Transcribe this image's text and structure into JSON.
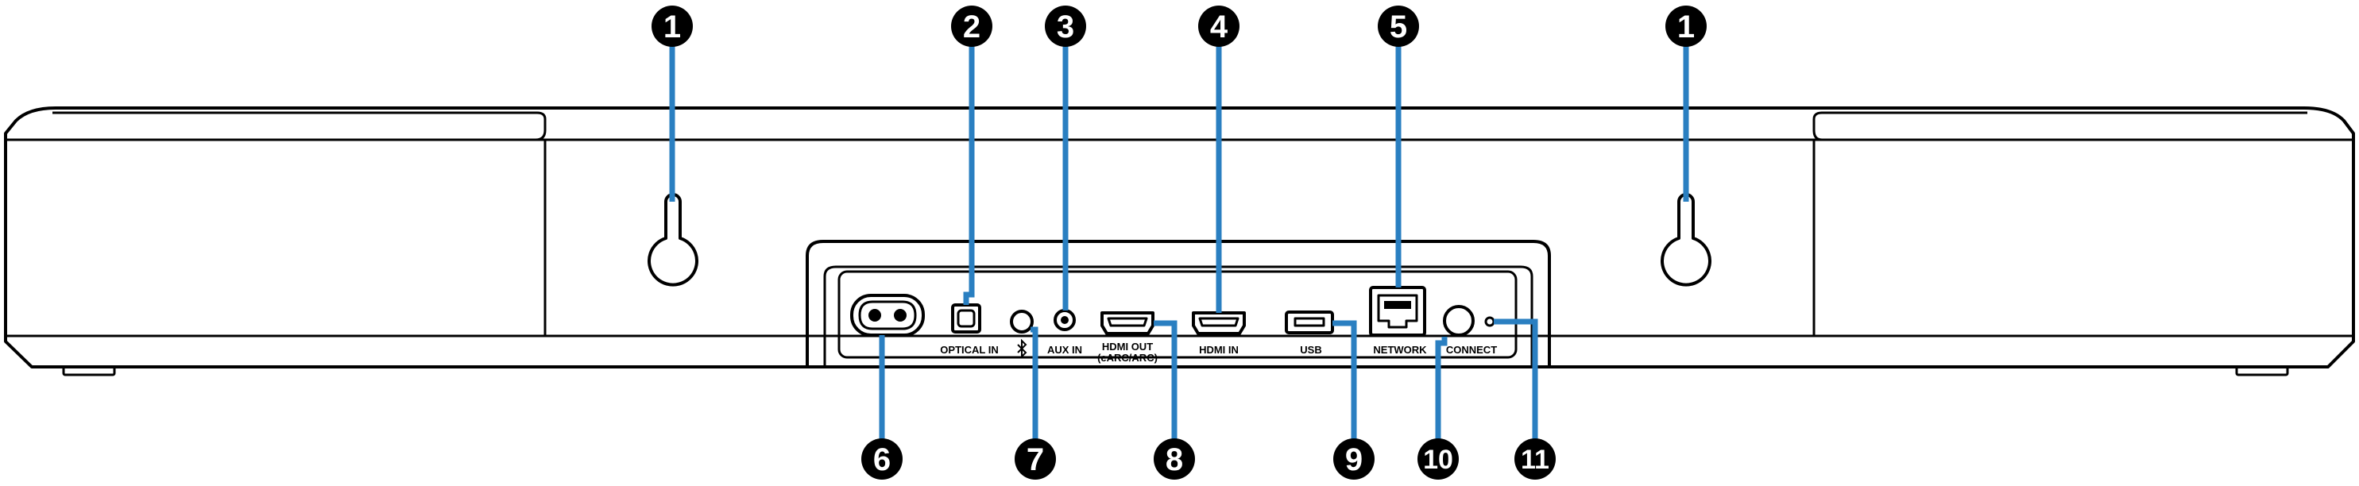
{
  "ports": {
    "optical_in": "OPTICAL IN",
    "aux_in": "AUX IN",
    "hdmi_out": "HDMI OUT",
    "hdmi_out_sub": "(eARC/ARC)",
    "hdmi_in": "HDMI IN",
    "usb": "USB",
    "network": "NETWORK",
    "connect": "CONNECT"
  },
  "callouts": {
    "mount_left": "1",
    "optical_in": "2",
    "aux_in": "3",
    "hdmi_in": "4",
    "network": "5",
    "mount_right": "1",
    "ac_inlet": "6",
    "bluetooth": "7",
    "hdmi_out": "8",
    "usb": "9",
    "connect_button": "10",
    "status_led": "11"
  },
  "icons": {
    "bluetooth": "bluetooth-icon"
  }
}
